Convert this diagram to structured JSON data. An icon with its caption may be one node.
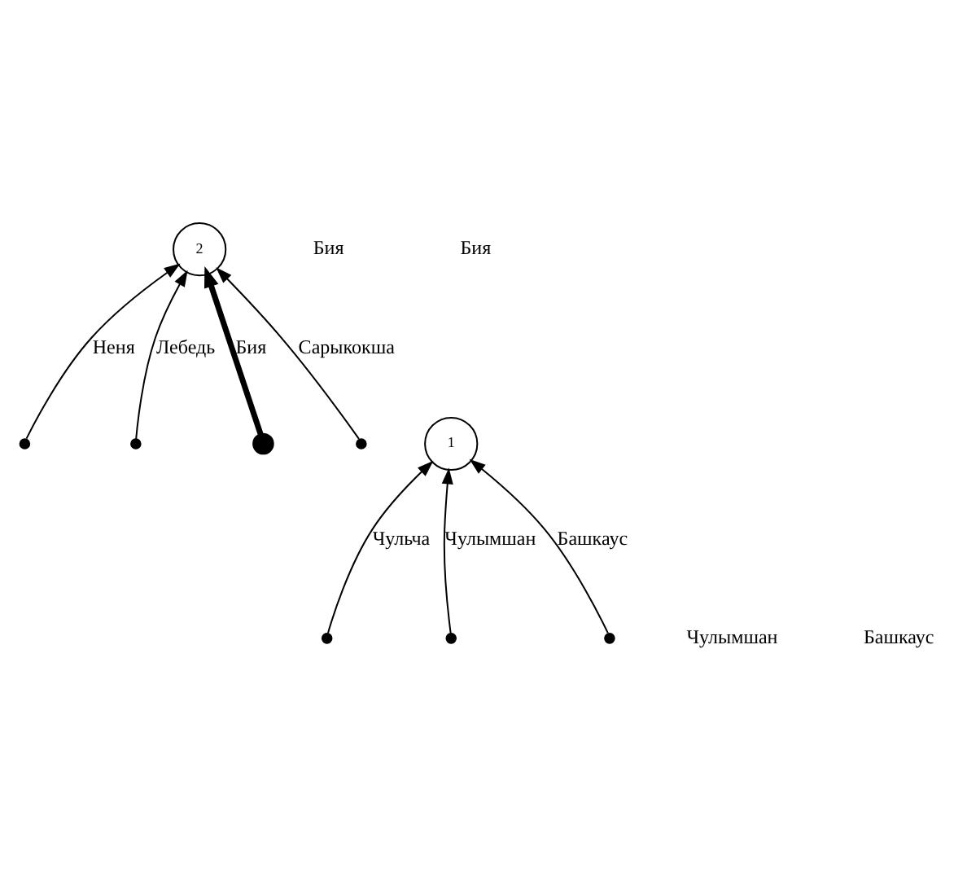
{
  "diagram": {
    "nodes": [
      {
        "text": [],
        "shape": "dot"
      },
      {
        "text": [
          "2"
        ]
      },
      {
        "text": [],
        "shape": "dot"
      },
      {
        "text": [],
        "shape": "dot"
      },
      {
        "text": [
          "1"
        ]
      },
      {
        "text": [],
        "shape": "dot"
      },
      {
        "text": [],
        "shape": "dot"
      },
      {
        "text": [],
        "shape": "dot"
      },
      {
        "text": [],
        "shape": "dot"
      }
    ],
    "edges": [
      {
        "from": 0,
        "to": 1,
        "arrow": "to",
        "label": "Неня"
      },
      {
        "from": 3,
        "to": 1,
        "arrow": "to",
        "label": "Бия",
        "style": "thick"
      },
      {
        "from": 2,
        "to": 1,
        "arrow": "to",
        "label": "Лебедь"
      },
      {
        "from": 6,
        "to": 1,
        "arrow": "to",
        "label": "Сарыкокша"
      },
      {
        "from": 5,
        "to": 4,
        "arrow": "to",
        "label": "Чульча"
      },
      {
        "from": 7,
        "to": 4,
        "arrow": "to",
        "label": "Чулымшан"
      },
      {
        "from": 8,
        "to": 4,
        "arrow": "to",
        "label": "Башкаус"
      }
    ],
    "labels": [
      "Бия",
      "Бия",
      "Чулымшан",
      "Башкаус"
    ]
  }
}
